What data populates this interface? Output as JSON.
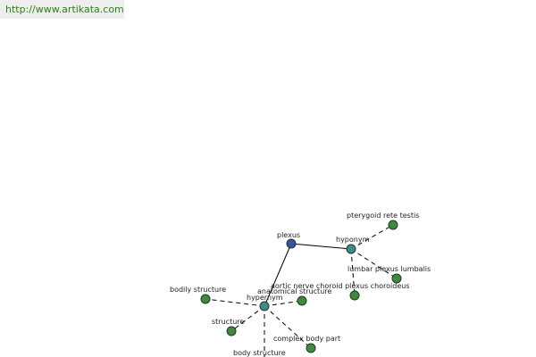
{
  "watermark": {
    "text": "http://www.artikata.com",
    "color": "#2e7d1e"
  },
  "graph": {
    "colors": {
      "root": "#3b4fa3",
      "relation": "#3d8a8f",
      "term": "#3e8a3e"
    },
    "root": {
      "label": "plexus"
    },
    "relations": {
      "hyponym": "hyponym",
      "hypernym": "hypernym"
    },
    "terms": {
      "pterygoid": "pterygoid rete testis",
      "lumbar": "lumbar plexus lumbalis",
      "aortic": "aortic nerve choroid plexus choroideus",
      "bodily": "bodily structure",
      "anatomical": "anatomical structure",
      "structure": "structure",
      "complex": "complex body part",
      "body": "body structure"
    }
  }
}
